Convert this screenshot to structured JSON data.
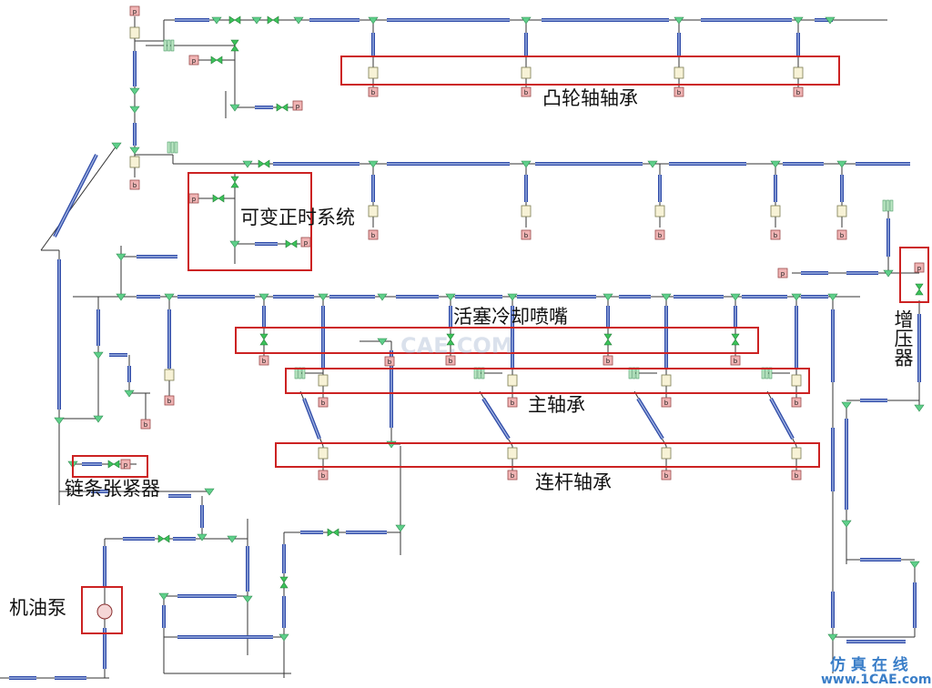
{
  "labels": {
    "camshaft_bearing": "凸轮轴轴承",
    "vvt_system": "可变正时系统",
    "piston_cooling_jet": "活塞冷却喷嘴",
    "main_bearing": "主轴承",
    "conrod_bearing": "连杆轴承",
    "chain_tensioner": "链条张紧器",
    "oil_pump": "机油泵",
    "turbocharger": "增压器"
  },
  "node_letters": {
    "pressure": "p",
    "boundary": "b"
  },
  "watermarks": {
    "center": "CAE.COM",
    "corner_top": "仿 真 在 线",
    "corner_bottom": "www.1CAE.com"
  },
  "colors": {
    "pipe": "#2e4aa8",
    "pipe_fill": "#9fb2e0",
    "junction": "#5fcf8a",
    "valve": "#3cc25a",
    "boundary_box": "#f0b4b4",
    "highlight": "#cc2222",
    "wire": "#333333"
  }
}
